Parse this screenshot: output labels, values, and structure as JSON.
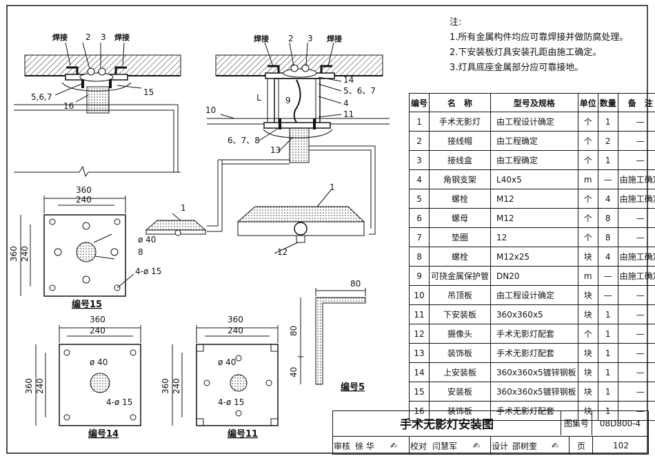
{
  "notes": {
    "heading": "注:",
    "items": [
      "1.所有金属构件均应可靠焊接并做防腐处理。",
      "2.下安装板灯具安装孔距由施工确定。",
      "3.灯具底座金属部分应可靠接地。"
    ]
  },
  "table": {
    "headers": [
      "编号",
      "名　称",
      "型号及规格",
      "单位",
      "数量",
      "备　注"
    ],
    "rows": [
      [
        "1",
        "手术无影灯",
        "由工程设计确定",
        "个",
        "1",
        "—"
      ],
      [
        "2",
        "接线帽",
        "由工程确定",
        "个",
        "2",
        "—"
      ],
      [
        "3",
        "接线盒",
        "由工程确定",
        "个",
        "1",
        "—"
      ],
      [
        "4",
        "角钢支架",
        "L40x5",
        "m",
        "—",
        "由施工确定"
      ],
      [
        "5",
        "螺栓",
        "M12",
        "个",
        "4",
        "由施工确定"
      ],
      [
        "6",
        "螺母",
        "M12",
        "个",
        "8",
        "—"
      ],
      [
        "7",
        "垫圈",
        "12",
        "个",
        "8",
        "—"
      ],
      [
        "8",
        "螺栓",
        "M12x25",
        "块",
        "4",
        "由施工确定"
      ],
      [
        "9",
        "可挠金属保护管",
        "DN20",
        "m",
        "—",
        "由施工确定"
      ],
      [
        "10",
        "吊顶板",
        "由工程设计确定",
        "块",
        "—",
        "—"
      ],
      [
        "11",
        "下安装板",
        "360x360x5",
        "块",
        "1",
        "—"
      ],
      [
        "12",
        "摄像头",
        "手术无影灯配套",
        "个",
        "1",
        "—"
      ],
      [
        "13",
        "装饰板",
        "手术无影灯配套",
        "块",
        "1",
        "—"
      ],
      [
        "14",
        "上安装板",
        "360x360x5镀锌钢板",
        "块",
        "1",
        "—"
      ],
      [
        "15",
        "安装板",
        "360x360x5镀锌钢板",
        "块",
        "1",
        "—"
      ],
      [
        "16",
        "装饰板",
        "手术无影灯配套",
        "块",
        "1",
        "—"
      ]
    ]
  },
  "title_block": {
    "title": "手术无影灯安装图",
    "atlas_label": "图集号",
    "atlas_no": "08D800-4",
    "review_label": "审核",
    "reviewer": "徐 华",
    "check_label": "校对",
    "checker": "闫慧军",
    "design_label": "设计",
    "designer": "邵树奎",
    "page_label": "页",
    "page_no": "102"
  },
  "drawing": {
    "left_section": {
      "weld_left": "焊接",
      "weld_right": "焊接",
      "n2": "2",
      "n3": "3",
      "n15": "15",
      "n567": "5,6,7",
      "n16": "16"
    },
    "right_section": {
      "weld_left": "焊接",
      "weld_right": "焊接",
      "n2": "2",
      "n3": "3",
      "n14": "14",
      "n567": "5、6、7",
      "n4": "4",
      "n9": "9",
      "L": "L",
      "n11": "11",
      "n10": "10",
      "n678": "6、7、8",
      "n13": "13",
      "n1a": "1",
      "n1b": "1",
      "n12": "12"
    },
    "plate15": {
      "w_outer": "360",
      "w_inner": "240",
      "h_outer": "360",
      "h_inner": "240",
      "phi40": "ø 40",
      "hole": "4-ø 15",
      "n8": "8",
      "label": "编号15"
    },
    "plate14": {
      "w_outer": "360",
      "w_inner": "240",
      "h_outer": "360",
      "h_inner": "240",
      "phi40": "ø 40",
      "hole": "4-ø 15",
      "label": "编号14"
    },
    "plate11": {
      "w_outer": "360",
      "w_inner": "240",
      "h_outer": "360",
      "h_inner": "240",
      "phi40": "ø 40",
      "hole": "4-ø 15",
      "label": "编号11"
    },
    "angle5": {
      "w": "80",
      "h1": "80",
      "h2": "40",
      "label": "编号5"
    }
  }
}
